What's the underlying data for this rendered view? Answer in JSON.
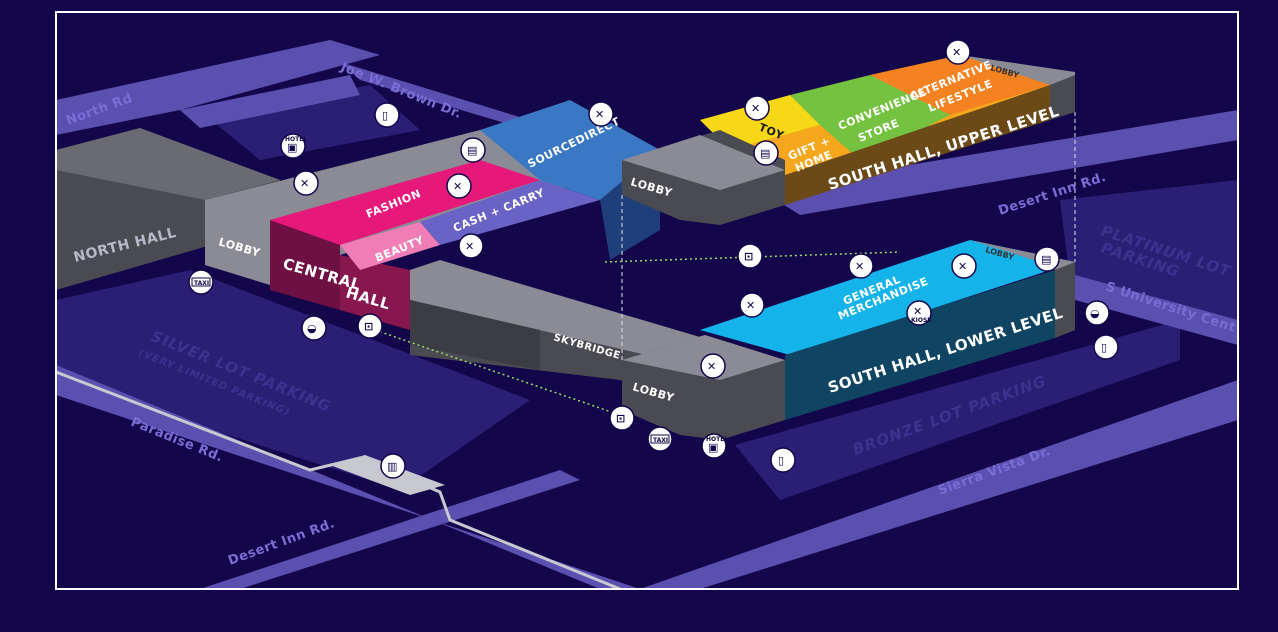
{
  "map": {
    "roads": {
      "north_rd": "North Rd",
      "joe_w_brown": "Joe W. Brown Dr.",
      "desert_inn_upper": "Desert Inn Rd.",
      "desert_inn_lower": "Desert Inn Rd.",
      "paradise_rd": "Paradise Rd.",
      "sierra_vista": "Sierra Vista Dr.",
      "s_university": "S University Cent"
    },
    "lots": {
      "silver": "SILVER LOT PARKING",
      "silver_note": "(VERY LIMITED PARKING)",
      "platinum_line1": "PLATINUM LOT",
      "platinum_line2": "PARKING",
      "bronze": "BRONZE LOT PARKING"
    },
    "halls": {
      "north": "NORTH HALL",
      "central_line1": "CENTRAL",
      "central_line2": "HALL",
      "south_upper": "SOUTH HALL, UPPER LEVEL",
      "south_lower": "SOUTH HALL, LOWER LEVEL",
      "skybridge": "SKYBRIDGE"
    },
    "lobbies": {
      "central": "LOBBY",
      "south_upper": "LOBBY",
      "south_lower": "LOBBY",
      "upper_top": "LOBBY",
      "lower_top": "LOBBY"
    },
    "sections": {
      "fashion": "FASHION",
      "beauty": "BEAUTY",
      "cash_carry": "CASH + CARRY",
      "sourcedirect": "SOURCEDIRECT",
      "toy": "TOY",
      "gift_line1": "GIFT +",
      "gift_line2": "HOME",
      "convenience_line1": "CONVENIENCE",
      "convenience_line2": "STORE",
      "alt_line1": "ALTERNATIVE",
      "alt_line2": "LIFESTYLE",
      "general_line1": "GENERAL",
      "general_line2": "MERCHANDISE"
    },
    "icon_labels": {
      "taxi": "TAXI",
      "kiosk": "KIOSK",
      "hotel": "HOTEL"
    },
    "colors": {
      "background": "#13064a",
      "road": "#5b4fb0",
      "lot": "#2a1f75",
      "fashion": "#e6197b",
      "beauty": "#f17db6",
      "central_hall": "#6e1043",
      "cash_carry": "#6a63c6",
      "sourcedirect": "#3a78c4",
      "toy": "#f7d816",
      "gift": "#f6a71c",
      "convenience": "#74c23f",
      "alternative": "#f58220",
      "south_upper_side": "#6b4a17",
      "general": "#14b4ea",
      "south_lower_side": "#0f4563",
      "gray_top": "#8b8b95",
      "gray_side": "#4a4a52"
    }
  }
}
